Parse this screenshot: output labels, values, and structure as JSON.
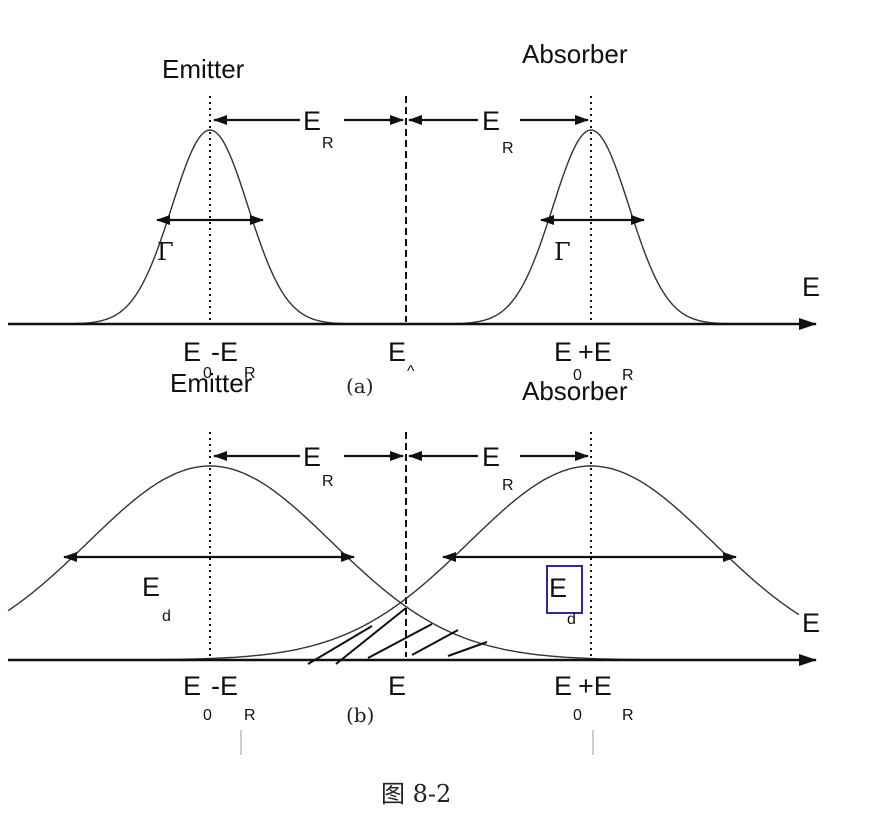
{
  "panel_a": {
    "emitter_label": "Emitter",
    "absorber_label": "Absorber",
    "left_er": {
      "main": "E",
      "sub": "R"
    },
    "right_er": {
      "main": "E",
      "sub": "R"
    },
    "left_gamma": "Γ",
    "right_gamma": "Γ",
    "axis_label": "E",
    "emit_line": {
      "main": "E",
      "op": "-E",
      "sub0": "0",
      "subR": "R"
    },
    "center": {
      "main": "E",
      "sub": "^"
    },
    "abs_line": {
      "main": "E",
      "op": "+E",
      "sub0": "0",
      "subR": "R"
    },
    "caption": "(a)"
  },
  "panel_b": {
    "emitter_label": "Emitter",
    "absorber_label": "Absorber",
    "left_er": {
      "main": "E",
      "sub": "R"
    },
    "right_er": {
      "main": "E",
      "sub": "R"
    },
    "left_ed": {
      "main": "E",
      "sub": "d"
    },
    "right_ed": {
      "main": "E",
      "sub": "d"
    },
    "axis_label": "E",
    "emit_line": {
      "main": "E",
      "op": "-E",
      "sub0": "0",
      "subR": "R"
    },
    "center": {
      "main": "E"
    },
    "abs_line": {
      "main": "E",
      "op": "+E",
      "sub0": "0",
      "subR": "R"
    },
    "caption": "(b)"
  },
  "figure_caption": "图 8-2",
  "colors": {
    "ink": "#111111",
    "curve": "#333333",
    "highlight_box": "#2a2a9a"
  }
}
